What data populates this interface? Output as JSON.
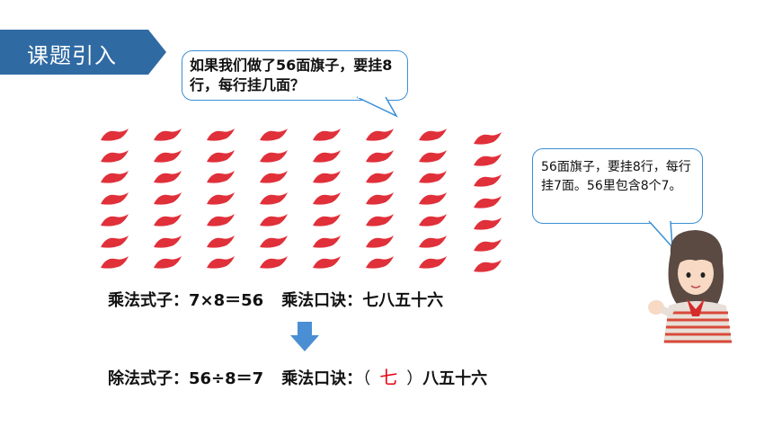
{
  "header": {
    "title": "课题引入"
  },
  "question_bubble": {
    "text": "如果我们做了56面旗子，要挂8行，每行挂几面？"
  },
  "girl_bubble": {
    "text": "56面旗子，要挂8行，每行挂7面。56里包含8个7。"
  },
  "flags": {
    "rows": 7,
    "cols": 8,
    "color": "#e0303a"
  },
  "multiplication": {
    "equation_label": "乘法式子：",
    "equation": "7×8＝56",
    "rhyme_label": "乘法口诀：",
    "rhyme": "七八五十六"
  },
  "division": {
    "equation_label": "除法式子：",
    "equation": "56÷8＝7",
    "rhyme_label": "乘法口诀：",
    "paren_open": "（",
    "answer": "七",
    "paren_close": "）",
    "rhyme_rest": "八五十六"
  },
  "colors": {
    "header_bg": "#2f6aa3",
    "bubble_border": "#3a8fd6",
    "arrow": "#4a8fd4",
    "answer": "#e60012"
  }
}
